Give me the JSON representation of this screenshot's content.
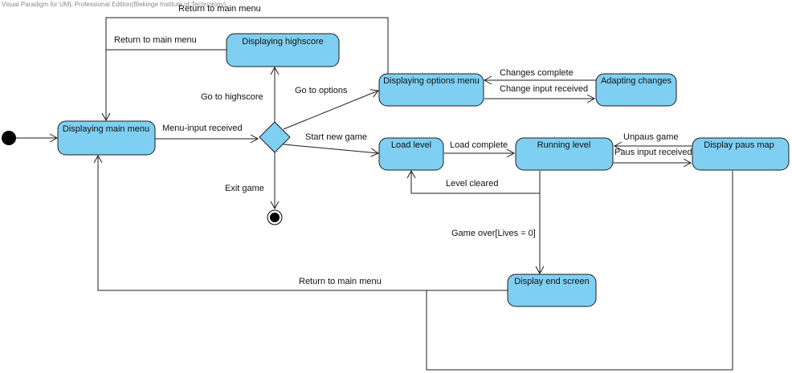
{
  "watermark": "Visual Paradigm for UML Professional Edition(Blekinge Institute of Technology)",
  "states": {
    "main_menu": "Displaying main menu",
    "highscore": "Displaying highscore",
    "options_menu": "Displaying options menu",
    "adapting_changes": "Adapting changes",
    "load_level": "Load level",
    "running_level": "Running level",
    "paus_map": "Display paus map",
    "end_screen": "Display end screen"
  },
  "transitions": {
    "menu_input": "Menu-input received",
    "to_highscore": "Go to highscore",
    "to_options": "Go to options",
    "start_game": "Start new game",
    "exit_game": "Exit game",
    "return_from_highscore": "Return to main menu",
    "return_from_options": "Return to main menu",
    "changes_complete": "Changes complete",
    "change_input": "Change input received",
    "load_complete": "Load complete",
    "unpaus": "Unpaus game",
    "paus_input": "Paus input received",
    "level_cleared": "Level cleared",
    "game_over": "Game over[Lives = 0]",
    "return_from_end": "Return to main menu"
  },
  "colors": {
    "state_fill": "#7fcff2",
    "line": "#1c1c1c"
  }
}
